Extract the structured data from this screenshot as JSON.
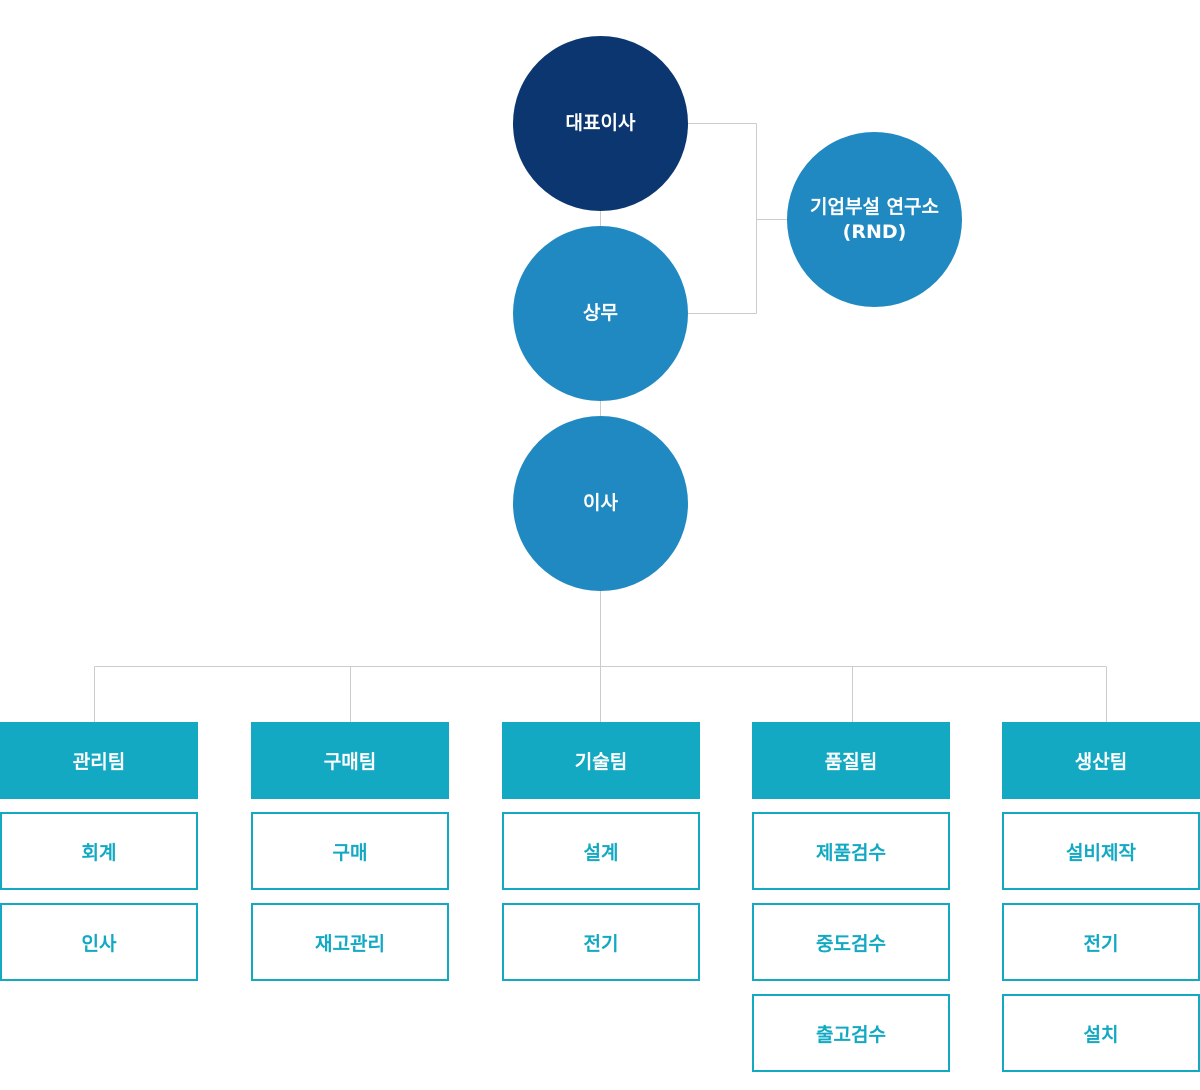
{
  "colors": {
    "ceo": "#0b3670",
    "executive": "#2089c1",
    "team": "#13a9c3",
    "line": "#cccccc"
  },
  "org": {
    "ceo": "대표이사",
    "rnd": "기업부설 연구소\n(RND)",
    "managing": "상무",
    "director": "이사"
  },
  "teams": [
    {
      "name": "관리팀",
      "items": [
        "회계",
        "인사"
      ]
    },
    {
      "name": "구매팀",
      "items": [
        "구매",
        "재고관리"
      ]
    },
    {
      "name": "기술팀",
      "items": [
        "설계",
        "전기"
      ]
    },
    {
      "name": "품질팀",
      "items": [
        "제품검수",
        "중도검수",
        "출고검수"
      ]
    },
    {
      "name": "생산팀",
      "items": [
        "설비제작",
        "전기",
        "설치"
      ]
    }
  ]
}
